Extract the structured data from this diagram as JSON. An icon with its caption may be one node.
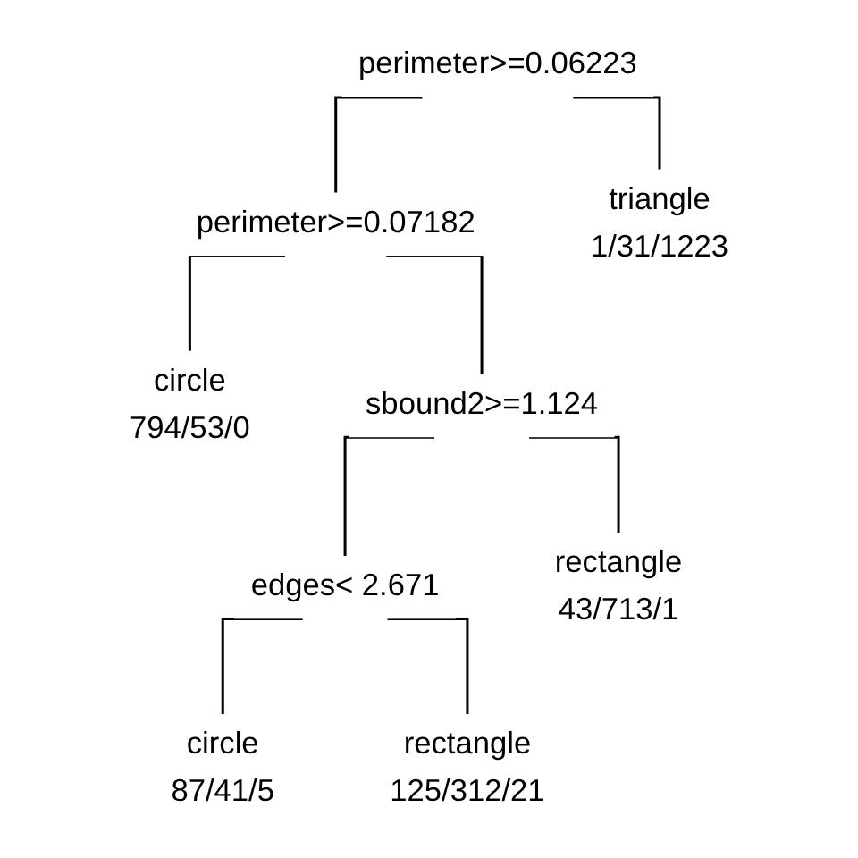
{
  "diagram": {
    "nodes": [
      {
        "text": [
          "perimeter>=0.06223"
        ]
      },
      {
        "text": [
          "perimeter>=0.07182"
        ]
      },
      {
        "text": [
          "circle",
          "794/53/0"
        ]
      },
      {
        "text": [
          "sbound2>=1.124"
        ]
      },
      {
        "text": [
          "edges< 2.671"
        ]
      },
      {
        "text": [
          "circle",
          "87/41/5"
        ]
      },
      {
        "text": [
          "rectangle",
          "125/312/21"
        ]
      },
      {
        "text": [
          "rectangle",
          "43/713/1"
        ]
      },
      {
        "text": [
          "triangle",
          "1/31/1223"
        ]
      }
    ],
    "edges": [
      {
        "from": 0,
        "to": 1,
        "arrow": "none"
      },
      {
        "from": 0,
        "to": 8,
        "arrow": "none"
      },
      {
        "from": 1,
        "to": 2,
        "arrow": "none"
      },
      {
        "from": 1,
        "to": 3,
        "arrow": "none"
      },
      {
        "from": 3,
        "to": 4,
        "arrow": "none"
      },
      {
        "from": 3,
        "to": 7,
        "arrow": "none"
      },
      {
        "from": 4,
        "to": 5,
        "arrow": "none"
      },
      {
        "from": 4,
        "to": 6,
        "arrow": "none"
      }
    ]
  }
}
